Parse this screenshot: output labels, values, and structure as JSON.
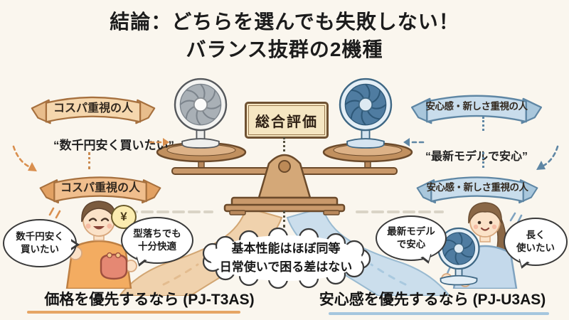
{
  "title": {
    "line1": "結論：どちらを選んでも失敗しない！",
    "line2": "バランス抜群の2機種"
  },
  "center": {
    "verdict_label": "総合評価",
    "conclusion": {
      "line1": "基本性能はほぼ同等",
      "line2": "日常使いで困る差はない"
    }
  },
  "left": {
    "banner_top": "コスパ重視の人",
    "quote": "“数千円安く買いたい”",
    "banner_bottom": "コスパ重視の人",
    "yen_mark": "¥",
    "bubble_price": {
      "line1": "数千円安く",
      "line2": "買いたい"
    },
    "bubble_fit": {
      "line1": "型落ちでも",
      "line2": "十分快適"
    },
    "recommendation": "価格を優先するなら (PJ-T3AS)"
  },
  "right": {
    "banner_top": "安心感・新しさ重視の人",
    "quote": "“最新モデルで安心”",
    "banner_bottom": "安心感・新しさ重視の人",
    "bubble_model": {
      "line1": "最新モデル",
      "line2": "で安心"
    },
    "bubble_longevity": {
      "line1": "長く",
      "line2": "使いたい"
    },
    "recommendation": "安心感を優先するなら (PJ-U3AS)"
  },
  "colors": {
    "background": "#FAF6EE",
    "left_accent": "#E09A5A",
    "right_accent": "#8FB8D6",
    "wood": "#C9996B",
    "left_underline": "#E6A564",
    "right_underline": "#A5C6DE"
  }
}
